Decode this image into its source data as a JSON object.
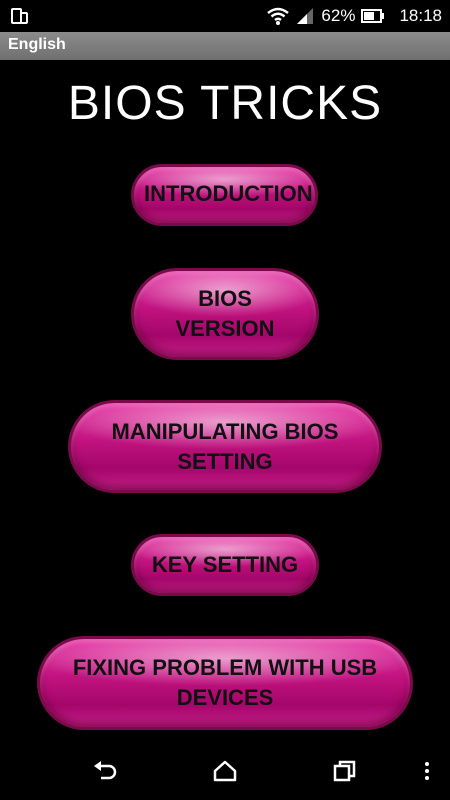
{
  "status_bar": {
    "battery_text": "62%",
    "time": "18:18",
    "icons": [
      "phone-tablet-icon",
      "wifi-icon",
      "signal-icon",
      "battery-icon"
    ]
  },
  "title_bar": {
    "label": "English"
  },
  "heading": "BIOS TRICKS",
  "buttons": {
    "introduction": "INTRODUCTION",
    "bios_version": "BIOS VERSION",
    "manipulating": "MANIPULATING BIOS SETTING",
    "key_setting": "KEY SETTING",
    "fixing_usb": "FIXING PROBLEM WITH USB DEVICES"
  },
  "nav_bar": {
    "icons": [
      "back-icon",
      "home-icon",
      "recent-apps-icon",
      "overflow-menu-icon"
    ]
  },
  "colors": {
    "button_pink": "#c0127e",
    "background": "#000000",
    "title_bar": "#7d7d7d"
  }
}
